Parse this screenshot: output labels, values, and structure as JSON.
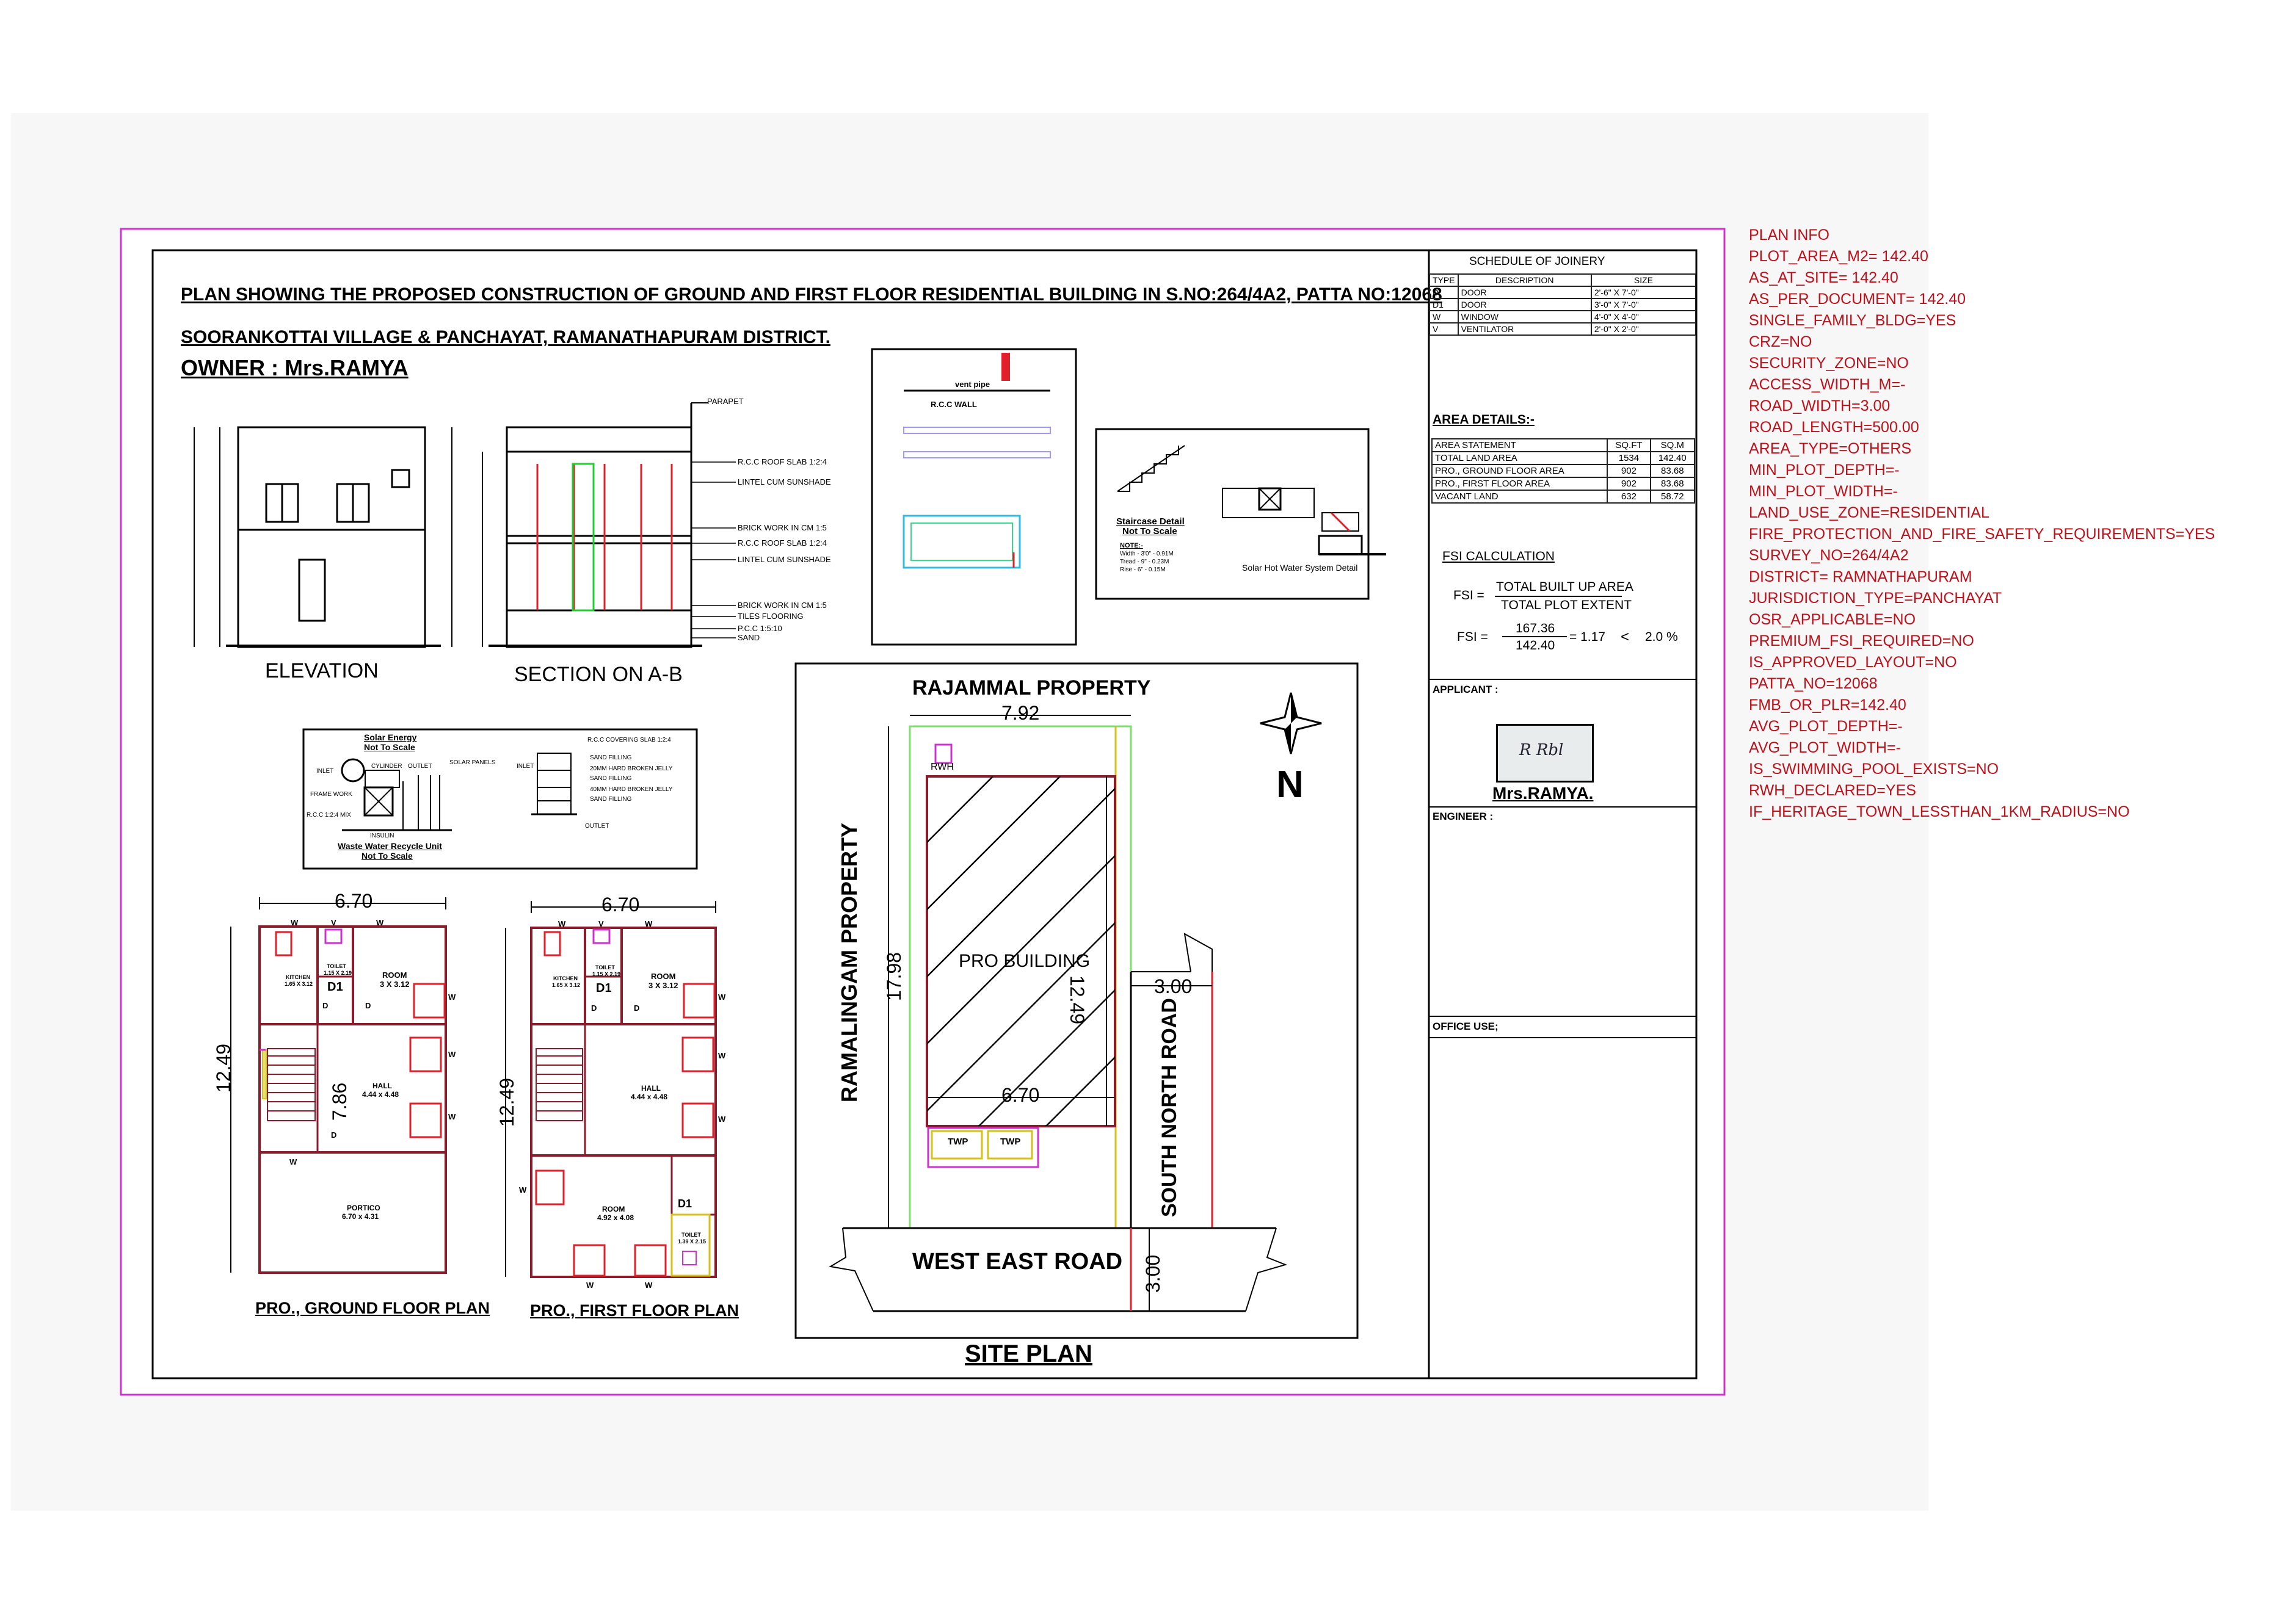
{
  "title": {
    "line1": "PLAN SHOWING THE PROPOSED CONSTRUCTION OF GROUND AND FIRST FLOOR RESIDENTIAL BUILDING IN S.NO:264/4A2, PATTA NO:12068",
    "line2": "SOORANKOTTAI VILLAGE & PANCHAYAT, RAMANATHAPURAM DISTRICT.",
    "owner": "OWNER : Mrs.RAMYA"
  },
  "drawings": {
    "elevation": "ELEVATION",
    "section": "SECTION ON A-B",
    "ground_floor": "PRO., GROUND FLOOR PLAN",
    "first_floor": "PRO., FIRST FLOOR PLAN",
    "site_plan": "SITE PLAN"
  },
  "section_notes": [
    "PARAPET",
    "R.C.C ROOF SLAB 1:2:4",
    "LINTEL CUM SUNSHADE",
    "BRICK WORK IN CM 1:5",
    "R.C.C ROOF SLAB 1:2:4",
    "LINTEL CUM SUNSHADE",
    "BRICK WORK IN CM 1:5",
    "TILES FLOORING",
    "P.C.C 1:5:10",
    "SAND"
  ],
  "details": {
    "staircase_title": "Staircase Detail",
    "staircase_scale": "Not To Scale",
    "staircase_note": "NOTE:-",
    "staircase_lines": [
      "Width - 3'0\" - 0.91M",
      "Tread - 9\" - 0.23M",
      "Rise - 6\" - 0.15M"
    ],
    "solar_hot_water": "Solar Hot Water System Detail",
    "solar_energy": "Solar Energy",
    "solar_scale": "Not To Scale",
    "waste_water": "Waste Water Recycle Unit",
    "waste_scale": "Not To Scale",
    "rwh_rcc_wall": "R.C.C WALL",
    "rwh_vent_pipe": "vent pipe",
    "waste_labels": [
      "R.C.C COVERING SLAB 1:2:4",
      "SAND FILLING",
      "20MM HARD BROKEN JELLY",
      "SAND FILLING",
      "40MM HARD BROKEN JELLY",
      "SAND FILLING",
      "OUTLET",
      "INLET"
    ],
    "solar_labels": [
      "INLET",
      "CYLINDER",
      "OUTLET",
      "SOLAR PANELS",
      "FRAME WORK",
      "R.C.C 1:2:4 MIX",
      "INSULIN"
    ]
  },
  "ground_floor": {
    "width": "6.70",
    "depth": "12.49",
    "hall_depth": "7.86",
    "kitchen": "KITCHEN",
    "kitchen_size": "1.65 X 3.12",
    "toilet": "TOILET",
    "toilet_size": "1.15 X 2.19",
    "room": "ROOM",
    "room_size": "3 X 3.12",
    "hall": "HALL",
    "hall_size": "4.44 x 4.48",
    "portico": "PORTICO",
    "portico_size": "6.70 x 4.31",
    "door": "D",
    "door1": "D1",
    "window": "W",
    "vent": "V"
  },
  "first_floor": {
    "width": "6.70",
    "depth": "12.49",
    "room2": "ROOM",
    "room2_size": "4.92 x 4.08",
    "toilet2": "TOILET",
    "toilet2_size": "1.39 X 2.15"
  },
  "site": {
    "north_property": "RAJAMMAL PROPERTY",
    "west_property": "RAMALINGAM PROPERTY",
    "south_road": "WEST EAST ROAD",
    "east_road": "SOUTH NORTH ROAD",
    "building": "PRO BUILDING",
    "plot_width": "7.92",
    "plot_depth": "17.98",
    "bldg_depth": "12.49",
    "bldg_width": "6.70",
    "road_width_east": "3.00",
    "road_width_south": "3.00",
    "twp": "TWP",
    "rwh": "RWH",
    "north": "N"
  },
  "joinery": {
    "heading": "SCHEDULE OF JOINERY",
    "headers": [
      "TYPE",
      "DESCRIPTION",
      "SIZE"
    ],
    "rows": [
      [
        "D",
        "DOOR",
        "2'-6\" X 7'-0\""
      ],
      [
        "D1",
        "DOOR",
        "3'-0\" X 7'-0\""
      ],
      [
        "W",
        "WINDOW",
        "4'-0\" X 4'-0\""
      ],
      [
        "V",
        "VENTILATOR",
        "2'-0\" X 2'-0\""
      ]
    ]
  },
  "area": {
    "heading": "AREA DETAILS:-",
    "headers": [
      "AREA STATEMENT",
      "SQ.FT",
      "SQ.M"
    ],
    "rows": [
      [
        "TOTAL LAND AREA",
        "1534",
        "142.40"
      ],
      [
        "PRO., GROUND FLOOR AREA",
        "902",
        "83.68"
      ],
      [
        "PRO., FIRST FLOOR AREA",
        "902",
        "83.68"
      ],
      [
        "VACANT LAND",
        "632",
        "58.72"
      ]
    ]
  },
  "fsi": {
    "heading": "FSI CALCULATION",
    "label": "FSI =",
    "num1": "TOTAL BUILT UP AREA",
    "den1": "TOTAL PLOT EXTENT",
    "num2": "167.36",
    "den2": "142.40",
    "result": "= 1.17",
    "compare": "<",
    "limit": "2.0 %"
  },
  "applicant": {
    "label": "APPLICANT :",
    "name": "Mrs.RAMYA.",
    "signature": "R Rbl",
    "engineer": "ENGINEER :",
    "office": "OFFICE USE;"
  },
  "plan_info": [
    "PLAN INFO",
    "PLOT_AREA_M2= 142.40",
    "AS_AT_SITE= 142.40",
    "AS_PER_DOCUMENT= 142.40",
    "SINGLE_FAMILY_BLDG=YES",
    "CRZ=NO",
    "SECURITY_ZONE=NO",
    "ACCESS_WIDTH_M=-",
    "ROAD_WIDTH=3.00",
    "ROAD_LENGTH=500.00",
    "AREA_TYPE=OTHERS",
    "MIN_PLOT_DEPTH=-",
    "MIN_PLOT_WIDTH=-",
    "LAND_USE_ZONE=RESIDENTIAL",
    "FIRE_PROTECTION_AND_FIRE_SAFETY_REQUIREMENTS=YES",
    "SURVEY_NO=264/4A2",
    "DISTRICT= RAMNATHAPURAM",
    "JURISDICTION_TYPE=PANCHAYAT",
    "OSR_APPLICABLE=NO",
    "PREMIUM_FSI_REQUIRED=NO",
    "IS_APPROVED_LAYOUT=NO",
    "PATTA_NO=12068",
    "FMB_OR_PLR=142.40",
    "AVG_PLOT_DEPTH=-",
    "AVG_PLOT_WIDTH=-",
    "IS_SWIMMING_POOL_EXISTS=NO",
    "RWH_DECLARED=YES",
    "IF_HERITAGE_TOWN_LESSTHAN_1KM_RADIUS=NO"
  ]
}
